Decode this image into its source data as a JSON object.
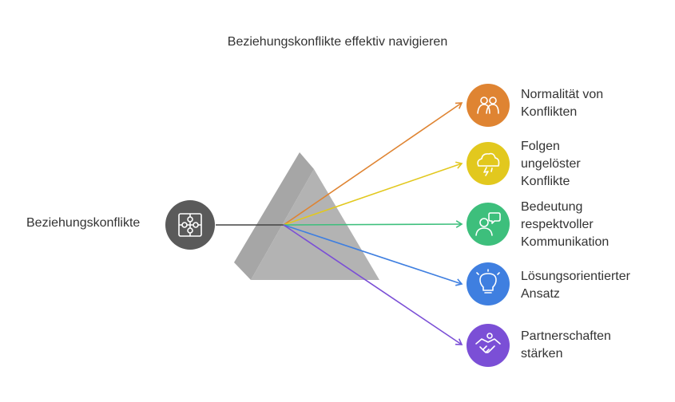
{
  "title": "Beziehungskonflikte effektiv navigieren",
  "source": {
    "label": "Beziehungskonflikte",
    "icon": "puzzle-icon",
    "color": "#5a5a5a"
  },
  "outputs": [
    {
      "label": "Normalität von\nKonflikten",
      "icon": "people-icon",
      "color": "#df8432"
    },
    {
      "label": "Folgen\nungelöster\nKonflikte",
      "icon": "storm-cloud-icon",
      "color": "#e2c81e"
    },
    {
      "label": "Bedeutung\nrespektvoller\nKommunikation",
      "icon": "speaking-person-icon",
      "color": "#3dbf7c"
    },
    {
      "label": "Lösungsorientierter\nAnsatz",
      "icon": "lightbulb-icon",
      "color": "#3f7fe0"
    },
    {
      "label": "Partnerschaften\nstärken",
      "icon": "handshake-icon",
      "color": "#7b4fd6"
    }
  ]
}
